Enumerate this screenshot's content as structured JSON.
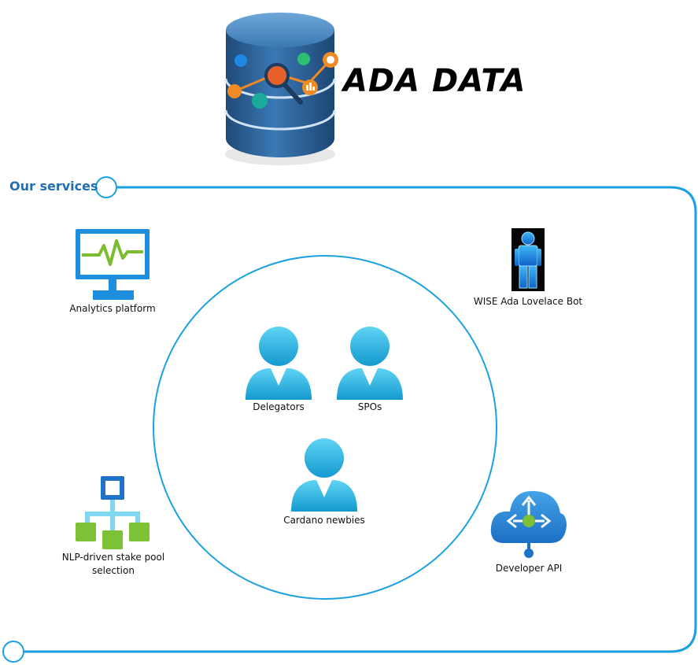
{
  "brand": {
    "title": "ADA DATA",
    "logo": "database-analytics-icon"
  },
  "section": {
    "title": "Our services"
  },
  "services": [
    {
      "label": "Analytics platform",
      "icon": "monitor-icon"
    },
    {
      "label": "WISE Ada Lovelace Bot",
      "icon": "robot-icon"
    },
    {
      "label": "NLP-driven stake pool selection",
      "icon": "hierarchy-icon"
    },
    {
      "label": "Developer API",
      "icon": "cloud-api-icon"
    }
  ],
  "audiences": [
    {
      "label": "Delegators",
      "icon": "user-icon"
    },
    {
      "label": "SPOs",
      "icon": "user-icon"
    },
    {
      "label": "Cardano newbies",
      "icon": "user-icon"
    }
  ],
  "colors": {
    "accent": "#1ba1e2",
    "title": "#1f6fb2",
    "green": "#8dc63f",
    "db": "#2c5f94"
  }
}
